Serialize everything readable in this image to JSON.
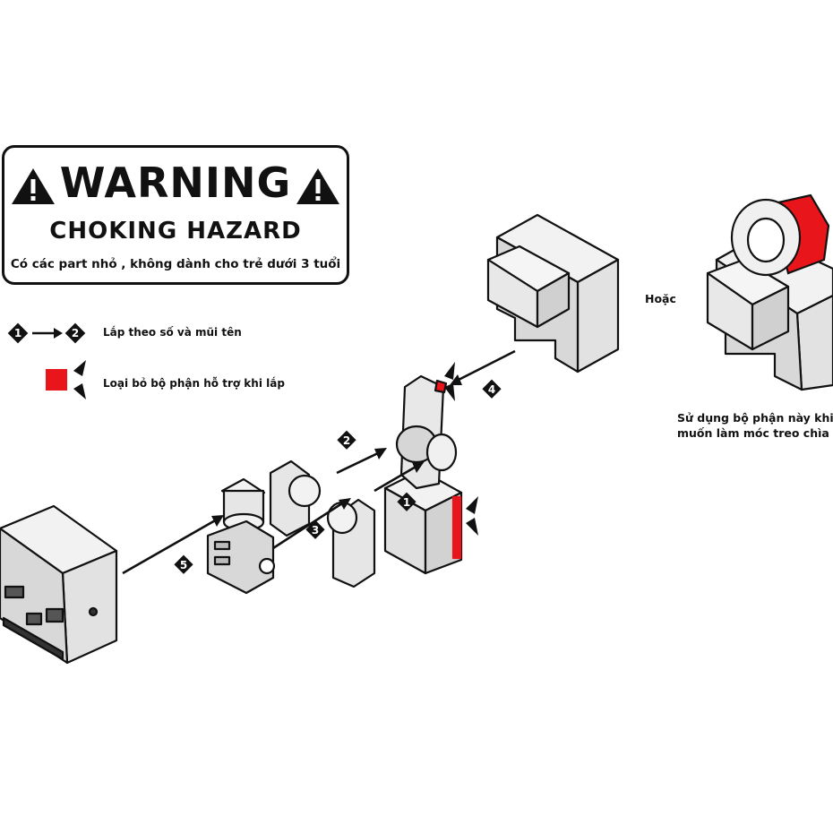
{
  "warning": {
    "title": "WARNING",
    "subtitle": "CHOKING HAZARD",
    "note": "Có các part nhỏ , không dành cho trẻ dưới 3 tuổi"
  },
  "legend": {
    "sequence_from": "1",
    "sequence_to": "2",
    "sequence_label": "Lắp theo số và mũi tên",
    "remove_label": "Loại bỏ bộ phận hỗ trợ khi lắp"
  },
  "steps": [
    "1",
    "2",
    "3",
    "4",
    "5"
  ],
  "alt_label": "Hoặc",
  "alt_note_line1": "Sử dụng bộ phận này khi k",
  "alt_note_line2": "muốn làm móc treo chìa k",
  "colors": {
    "accent_red": "#e8151b",
    "ink": "#111111",
    "part_fill": "#e6e6e6"
  },
  "icons": [
    "warning-triangle-icon",
    "arrow-right-icon",
    "red-square-icon"
  ]
}
